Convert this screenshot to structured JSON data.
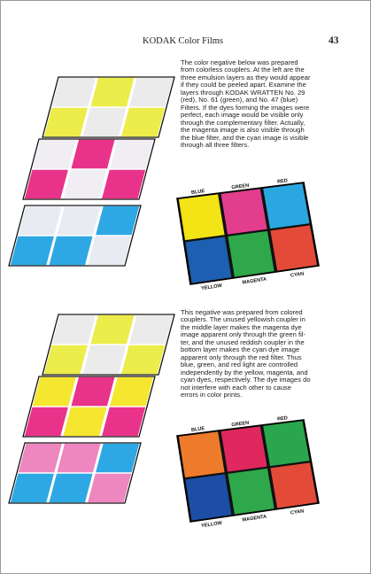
{
  "header": {
    "title": "KODAK Color Films",
    "page_number": "43"
  },
  "section_1": {
    "lines": [
      "The color negative below was prepared",
      "from colorless couplers.  At the left are the",
      "three emulsion layers as they would appear",
      "if they could be peeled apart.  Examine the",
      "layers through KODAK WRATTEN No. 29",
      "(red), No. 61 (green), and No. 47 (blue)",
      "Filters.  If the dyes forming the images were",
      "perfect, each image would be visible only",
      "through the complementary filter. Actually,",
      "the magenta image is also visible through",
      "the blue filter, and the cyan image is visible",
      "through all three filters."
    ],
    "layers": [
      {
        "a": "#ecebeb",
        "b": "#ecec4a"
      },
      {
        "a": "#f0eef2",
        "b": "#e9328a"
      },
      {
        "a": "#e8ecf2",
        "b": "#2ea8e4"
      }
    ],
    "layer_patterns": [
      [
        [
          "a",
          "b",
          "a"
        ],
        [
          "b",
          "a",
          "b"
        ]
      ],
      [
        [
          "a",
          "b",
          "a"
        ],
        [
          "b",
          "a",
          "b"
        ]
      ],
      [
        [
          "a",
          "a",
          "b"
        ],
        [
          "b",
          "b",
          "a"
        ]
      ]
    ],
    "print": {
      "top_labels": [
        "BLUE",
        "GREEN",
        "RED"
      ],
      "bottom_labels": [
        "YELLOW",
        "MAGENTA",
        "CYAN"
      ],
      "colors": [
        [
          "#f2e415",
          "#e33d8e",
          "#2aa7e0"
        ],
        [
          "#1d5fb0",
          "#2ea84a",
          "#e44a38"
        ]
      ]
    }
  },
  "section_2": {
    "lines": [
      "This negative was prepared from colored",
      "couplers.  The unused yellowish coupler in",
      "the middle layer makes the magenta dye",
      "image apparent only through the green fil-",
      "ter, and the unused reddish coupler in the",
      "bottom layer makes the cyan dye image",
      "apparent only through the red filter.  Thus",
      "blue, green, and red light are controlled",
      "independently by the yellow, magenta, and",
      "cyan dyes, respectively.  The dye images do",
      "not interfere with each other to cause",
      "errors in color prints."
    ],
    "layers": [
      {
        "a": "#ecebeb",
        "b": "#ecec4a"
      },
      {
        "a": "#f5e630",
        "b": "#e9328a"
      },
      {
        "a": "#ee86c0",
        "b": "#2ea8e4"
      }
    ],
    "layer_patterns": [
      [
        [
          "a",
          "b",
          "a"
        ],
        [
          "b",
          "a",
          "b"
        ]
      ],
      [
        [
          "a",
          "b",
          "a"
        ],
        [
          "b",
          "a",
          "b"
        ]
      ],
      [
        [
          "a",
          "a",
          "b"
        ],
        [
          "b",
          "b",
          "a"
        ]
      ]
    ],
    "print": {
      "top_labels": [
        "BLUE",
        "GREEN",
        "RED"
      ],
      "bottom_labels": [
        "YELLOW",
        "MAGENTA",
        "CYAN"
      ],
      "colors": [
        [
          "#ee7a2c",
          "#e0285e",
          "#2aa64e"
        ],
        [
          "#1c4ea6",
          "#2ea84a",
          "#e44a38"
        ]
      ]
    }
  }
}
